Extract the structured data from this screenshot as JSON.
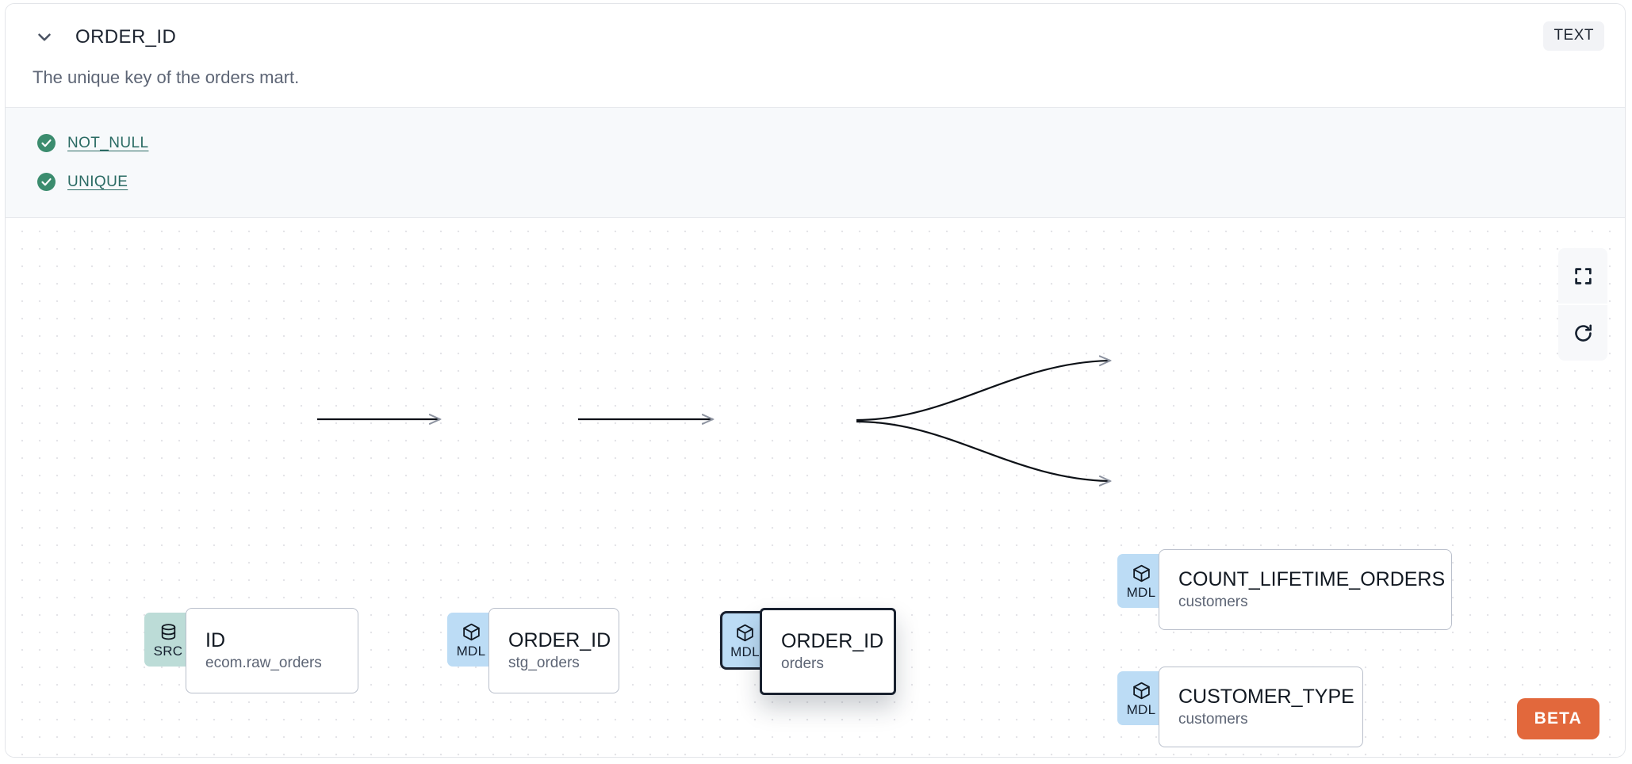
{
  "header": {
    "collapse_icon": "chevron-down-icon",
    "column_name": "ORDER_ID",
    "type_badge": "TEXT",
    "description": "The unique key of the orders mart."
  },
  "tests": {
    "items": [
      {
        "icon": "check-circle-icon",
        "label": "NOT_NULL",
        "status": "pass"
      },
      {
        "icon": "check-circle-icon",
        "label": "UNIQUE",
        "status": "pass"
      }
    ],
    "pass_color": "#3b8c6e",
    "link_color": "#2a6a63"
  },
  "lineage": {
    "nodes": [
      {
        "id": "src",
        "badge": "SRC",
        "badge_icon": "database-icon",
        "badge_color": "#bcdcd7",
        "name": "ID",
        "source": "ecom.raw_orders",
        "selected": false
      },
      {
        "id": "stg",
        "badge": "MDL",
        "badge_icon": "cube-icon",
        "badge_color": "#bcdcf5",
        "name": "ORDER_ID",
        "source": "stg_orders",
        "selected": false
      },
      {
        "id": "orders",
        "badge": "MDL",
        "badge_icon": "cube-icon",
        "badge_color": "#bcdcf5",
        "name": "ORDER_ID",
        "source": "orders",
        "selected": true
      },
      {
        "id": "count",
        "badge": "MDL",
        "badge_icon": "cube-icon",
        "badge_color": "#bcdcf5",
        "name": "COUNT_LIFETIME_ORDERS",
        "source": "customers",
        "selected": false
      },
      {
        "id": "ctype",
        "badge": "MDL",
        "badge_icon": "cube-icon",
        "badge_color": "#bcdcf5",
        "name": "CUSTOMER_TYPE",
        "source": "customers",
        "selected": false
      }
    ],
    "edges": [
      {
        "from": "src",
        "to": "stg"
      },
      {
        "from": "stg",
        "to": "orders"
      },
      {
        "from": "orders",
        "to": "count"
      },
      {
        "from": "orders",
        "to": "ctype"
      }
    ],
    "controls": [
      {
        "name": "fit-view-button",
        "icon": "fit-view-icon"
      },
      {
        "name": "refresh-button",
        "icon": "refresh-icon"
      }
    ],
    "beta_label": "BETA",
    "beta_color": "#e2683c"
  }
}
